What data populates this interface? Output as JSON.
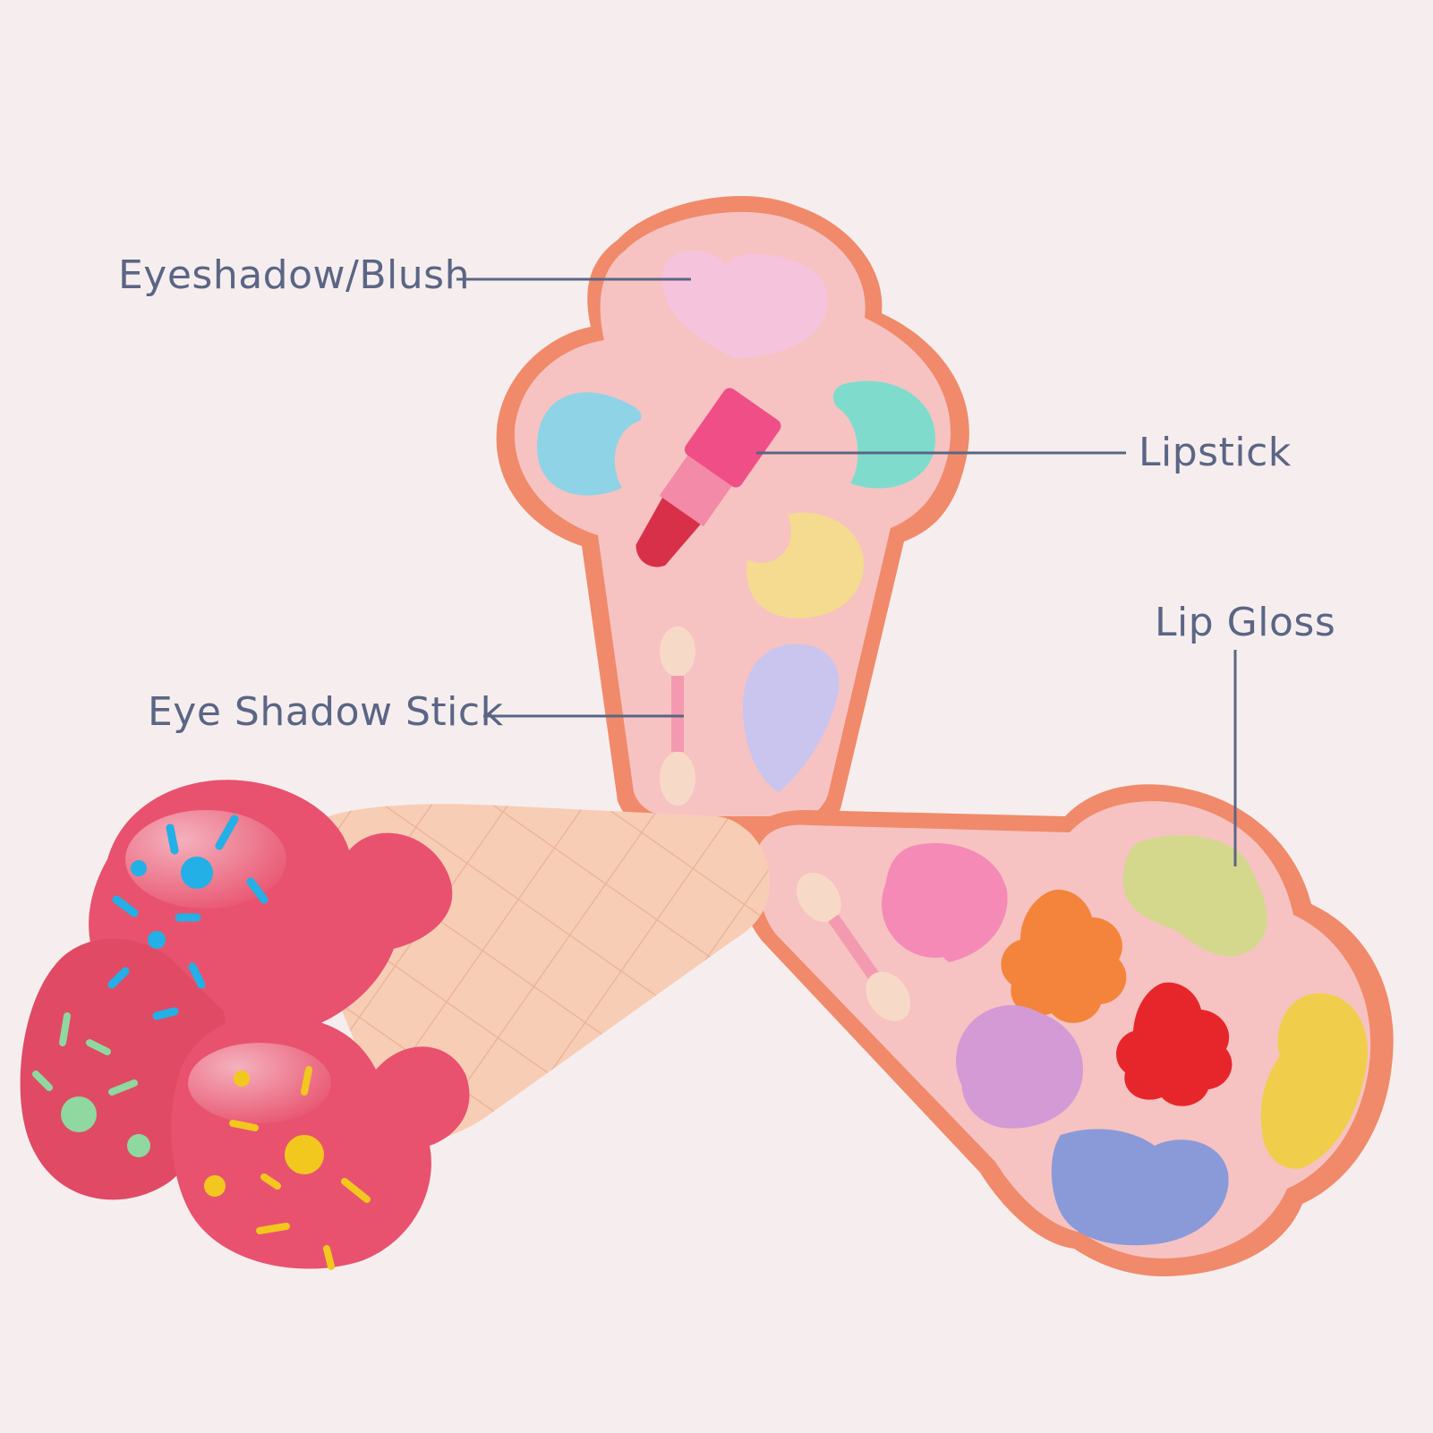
{
  "labels": {
    "eyeshadow_blush": "Eyeshadow/Blush",
    "lipstick": "Lipstick",
    "lip_gloss": "Lip Gloss",
    "eye_shadow_stick": "Eye Shadow Stick"
  },
  "colors": {
    "background": "#f6eeee",
    "label_text": "#5b6585",
    "case_pink": "#f6c3c2",
    "case_rim": "#f08a6a",
    "lid_pink": "#e8526e",
    "cone_peach": "#f8cdb6"
  },
  "palette_top_shades": [
    "#f5c3dc",
    "#8fd3e6",
    "#7fdccc",
    "#f5db8f",
    "#c9c5ef"
  ],
  "palette_right_shades": [
    "#f58ab6",
    "#f4843b",
    "#d4d88c",
    "#d39ad6",
    "#e7262b",
    "#f0ce4c",
    "#8a9ad8"
  ]
}
